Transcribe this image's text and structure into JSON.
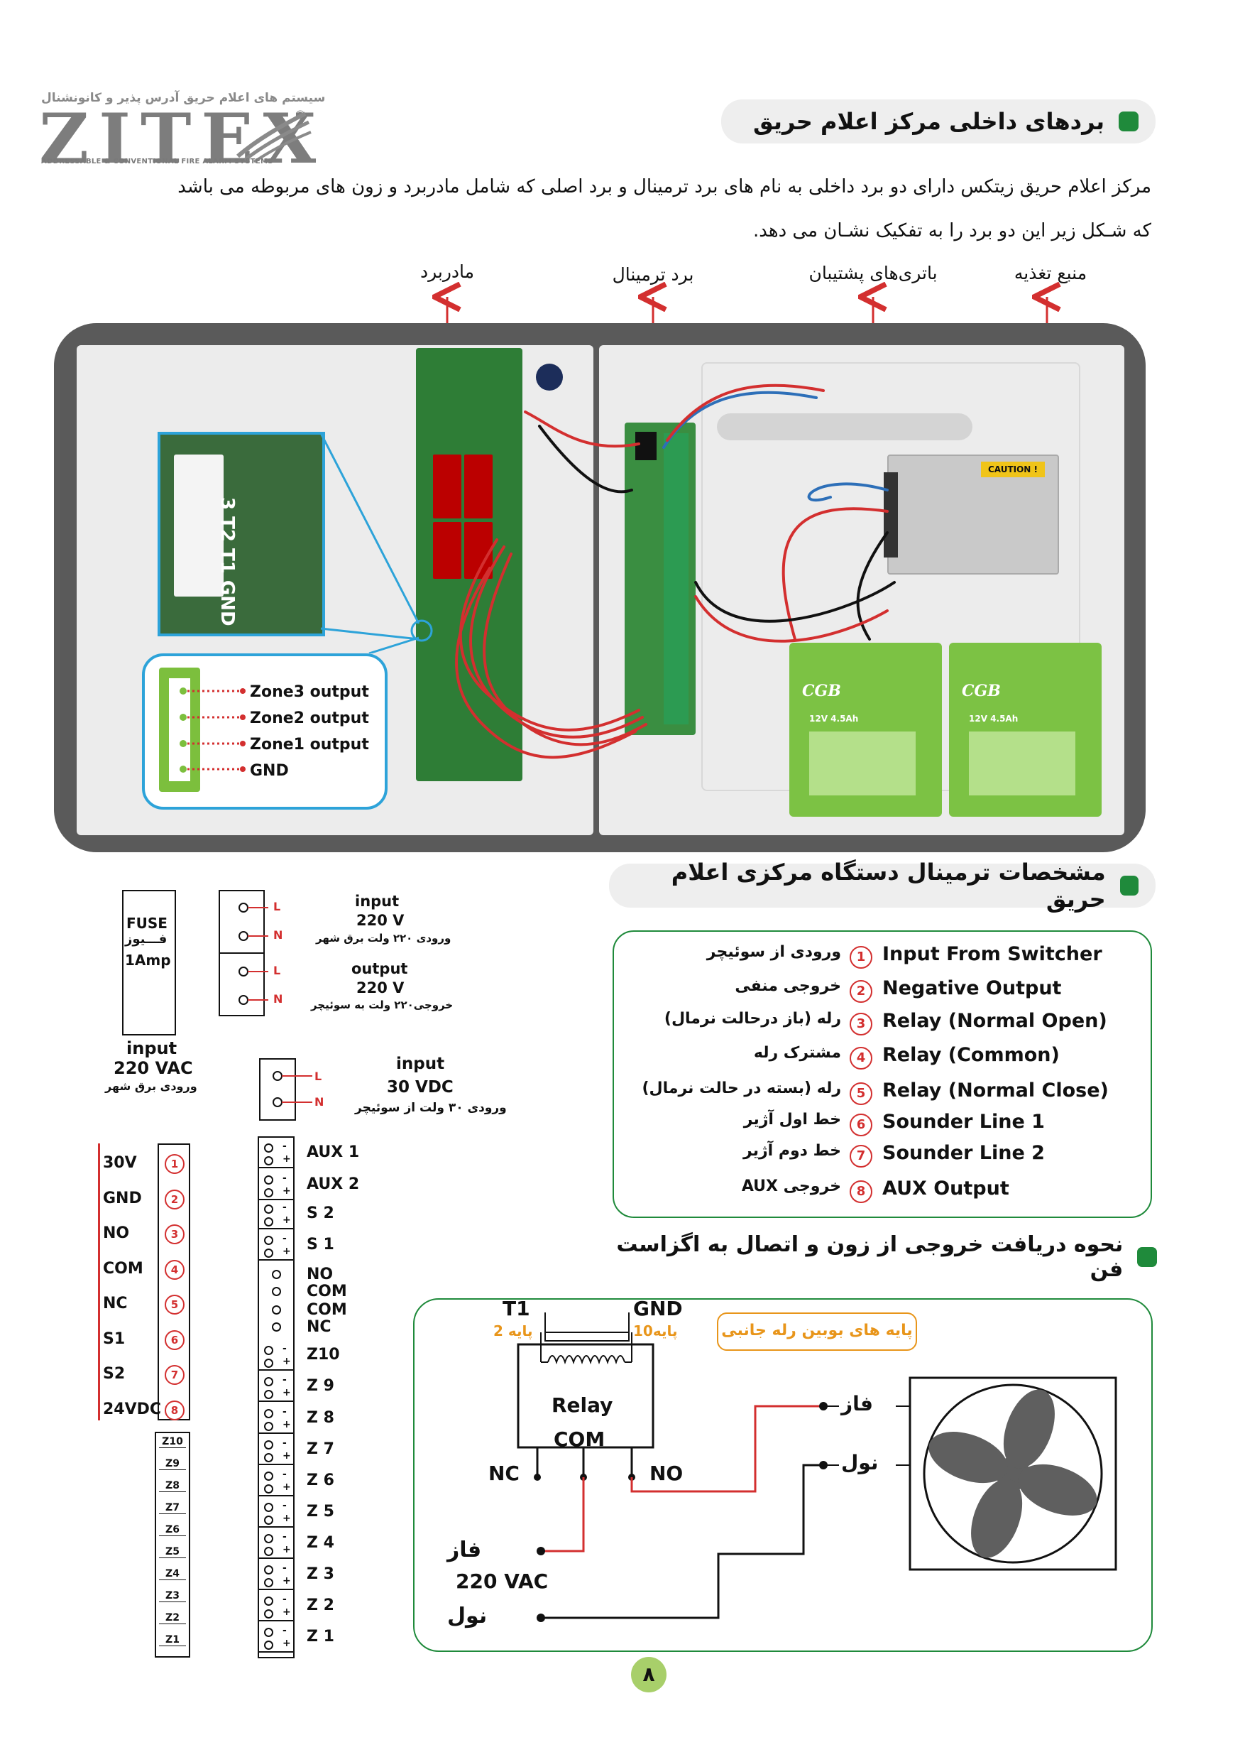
{
  "logo": {
    "subtitle": "سیستم های اعلام حریق آدرس پذیر و کانونشنال",
    "word": "ZITEX",
    "reg": "®",
    "tagline": "ADDRESSABLE & CONVENTIONAL FIRE ALARM SYSTEMS"
  },
  "section1": {
    "title": "بردهای داخلی مرکز اعلام حریق",
    "paragraph_line1": "مرکز اعلام حریق زیتکس دارای دو برد داخلی به نام های برد ترمینال و برد اصلی که شامل مادربرد و زون های مربوطه می باشد",
    "paragraph_line2": "که شـکل زیر این دو برد را به تفکیک نشـان می دهد."
  },
  "callouts": {
    "motherboard": "مادربرد",
    "terminal_board": "برد ترمینال",
    "batteries": "باتری‌های پشتیبان",
    "power_supply": "منبع تغذیه"
  },
  "photo": {
    "zone_labels": [
      "Zone3 output",
      "Zone2 output",
      "Zone1 output",
      "GND"
    ],
    "connector_text": "3 T2 T1 GND",
    "battery_brand": "CGB",
    "battery_rating": "12V 4.5Ah",
    "caution": "CAUTION !"
  },
  "section2": {
    "title": "مشخصات ترمینال دستگاه مرکزی اعلام حریق",
    "rows": [
      {
        "num": "1",
        "en": "Input From Switcher",
        "fa": "ورودی از سوئیچر"
      },
      {
        "num": "2",
        "en": "Negative Output",
        "fa": "خروجی منفی"
      },
      {
        "num": "3",
        "en": "Relay (Normal Open)",
        "fa": "رله (باز درحالت نرمال)"
      },
      {
        "num": "4",
        "en": "Relay (Common)",
        "fa": "مشترک رله"
      },
      {
        "num": "5",
        "en": "Relay (Normal Close)",
        "fa": "رله (بسته در حالت نرمال)"
      },
      {
        "num": "6",
        "en": "Sounder Line 1",
        "fa": "خط اول آژیر"
      },
      {
        "num": "7",
        "en": "Sounder Line 2",
        "fa": "خط دوم آژیر"
      },
      {
        "num": "8",
        "en": "AUX Output",
        "fa": "خروجی AUX"
      }
    ]
  },
  "section3": {
    "title": "نحوه دریافت خروجی از زون و اتصال به اگزاست فن"
  },
  "terminals": {
    "fuse": "FUSE",
    "fuse_fa": "فـــیوز",
    "fuse_rating": "1Amp",
    "input_main": "input",
    "input_main_v": "220 VAC",
    "input_main_fa": "ورودی برق شهر",
    "L": "L",
    "N": "N",
    "in220_title": "input",
    "in220_v": "220 V",
    "in220_fa": "ورودی ۲۲۰ ولت برق شهر",
    "out220_title": "output",
    "out220_v": "220 V",
    "out220_fa": "خروجی۲۲۰ ولت به سوئیچر",
    "in30_title": "input",
    "in30_v": "30 VDC",
    "in30_fa": "ورودی ۳۰ ولت از سوئیچر",
    "left_labels": [
      "30V",
      "GND",
      "NO",
      "COM",
      "NC",
      "S1",
      "S2",
      "24VDC"
    ],
    "left_nums": [
      "1",
      "2",
      "3",
      "4",
      "5",
      "6",
      "7",
      "8"
    ],
    "zones_small": [
      "Z10",
      "Z9",
      "Z8",
      "Z7",
      "Z6",
      "Z5",
      "Z4",
      "Z3",
      "Z2",
      "Z1"
    ],
    "right_labels": [
      "AUX 1",
      "AUX 2",
      "S 2",
      "S 1",
      "NO",
      "COM",
      "COM",
      "NC",
      "Z10",
      "Z 9",
      "Z 8",
      "Z 7",
      "Z 6",
      "Z 5",
      "Z 4",
      "Z 3",
      "Z 2",
      "Z 1"
    ],
    "minus": "-",
    "plus": "+"
  },
  "fan_diagram": {
    "t1": "T1",
    "gnd": "GND",
    "pin2": "پایه 2",
    "pin10": "پایه10",
    "coil_note": "پایه های بوبین رله جانبی",
    "relay": "Relay",
    "com": "COM",
    "nc": "NC",
    "no": "NO",
    "phase_right": "فاز",
    "neutral_right": "نول",
    "phase_left": "فاز",
    "vac": "220 VAC",
    "neutral_left": "نول"
  },
  "page_number": "۸",
  "colors": {
    "accent_green": "#1f8a3b",
    "red_wire": "#d32f2f",
    "arrow_red": "#d32f2f",
    "note_orange": "#e8951a"
  }
}
